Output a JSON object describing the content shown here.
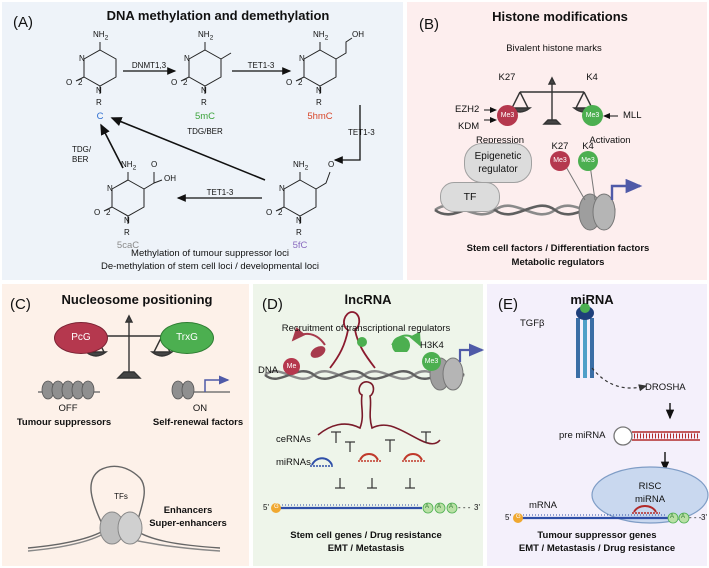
{
  "colors": {
    "panel_a": "#eef3f9",
    "panel_b": "#fdeeee",
    "panel_c": "#fdf1e9",
    "panel_d": "#eef5ea",
    "panel_e": "#f4f0fb",
    "pcg": "#b5384e",
    "trxg": "#4caf50",
    "arrow_blue": "#4f5aa8",
    "c_blue": "#2f6fd1",
    "mc_green": "#3ca33c",
    "hmc_red": "#d8472b",
    "fc_purple": "#8a6bbf",
    "cac_gray": "#8a8a8a"
  },
  "panel_a": {
    "letter": "(A)",
    "title": "DNA methylation and demethylation",
    "molecules": {
      "c": "C",
      "mc": "5mC",
      "hmc": "5hmC",
      "fc": "5fC",
      "cac": "5caC"
    },
    "atoms": {
      "nh2": "NH",
      "two": "2",
      "n": "N",
      "o": "O",
      "r": "R",
      "oh": "OH",
      "oh_ring": "OH"
    },
    "enzymes": {
      "dnmt": "DNMT1,3",
      "tet1": "TET1-3",
      "tet2": "TET1-3",
      "tet3": "TET1-3",
      "tdg_ber": "TDG/BER",
      "tdg": "TDG/",
      "ber": "BER"
    },
    "caption1": "Methylation of tumour suppressor loci",
    "caption2": "De-methylation of stem cell loci / developmental loci"
  },
  "panel_b": {
    "letter": "(B)",
    "title": "Histone modifications",
    "bivalent": "Bivalent histone marks",
    "k27": "K27",
    "k4": "K4",
    "me3": "Me3",
    "ezh2": "EZH2",
    "kdm": "KDM",
    "mll": "MLL",
    "repression": "Repression",
    "activation": "Activation",
    "epigenetic_regulator_1": "Epigenetic",
    "epigenetic_regulator_2": "regulator",
    "tf": "TF",
    "caption1": "Stem cell factors / Differentiation factors",
    "caption2": "Metabolic regulators"
  },
  "panel_c": {
    "letter": "(C)",
    "title": "Nucleosome positioning",
    "pcg": "PcG",
    "trxg": "TrxG",
    "off": "OFF",
    "on": "ON",
    "tumour": "Tumour suppressors",
    "selfrenewal": "Self-renewal factors",
    "tfs": "TFs",
    "enhancers": "Enhancers",
    "super": "Super-enhancers"
  },
  "panel_d": {
    "letter": "(D)",
    "title": "lncRNA",
    "recruitment": "Recruitment of transcriptional regulators",
    "dna": "DNA",
    "me": "Me",
    "h3k4": "H3K4",
    "me3": "Me3",
    "cernas": "ceRNAs",
    "mirnas": "miRNAs",
    "five": "5'",
    "three": "3'",
    "dots": "- - -",
    "cap": "G",
    "a": "A",
    "caption1": "Stem cell genes /  Drug resistance",
    "caption2": "EMT / Metastasis"
  },
  "panel_e": {
    "letter": "(E)",
    "title": "miRNA",
    "tgfb": "TGFβ",
    "drosha": "DROSHA",
    "pre_mirna": "pre miRNA",
    "risc": "RISC",
    "mirna": "miRNA",
    "mrna": "mRNA",
    "five": "5'",
    "three": "3'",
    "dots": "- - -",
    "cap": "G",
    "a": "A",
    "caption1": "Tumour suppressor genes",
    "caption2": "EMT / Metastasis / Drug resistance"
  }
}
